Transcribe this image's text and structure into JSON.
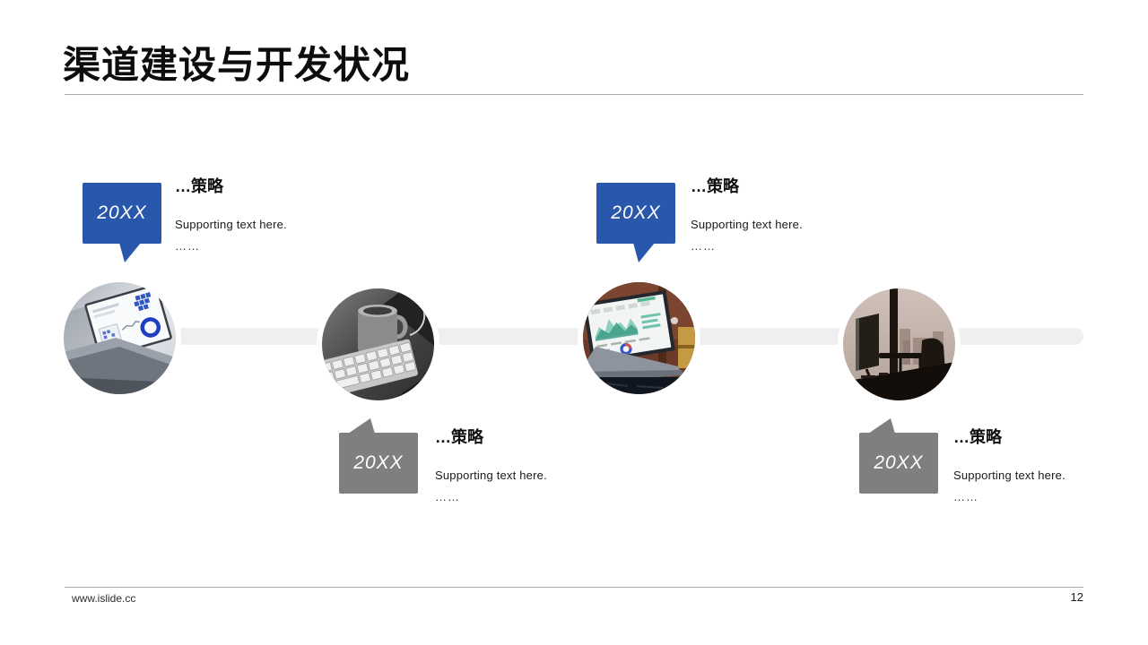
{
  "slide": {
    "title": "渠道建设与开发状况",
    "footer": {
      "url": "www.islide.cc",
      "page_number": "12"
    }
  },
  "colors": {
    "accent_blue": "#2857ac",
    "accent_gray": "#7f7f7f",
    "timeline_track": "#efefef",
    "divider_line": "#adadad"
  },
  "milestones": [
    {
      "year": "20XX",
      "heading": "…策略",
      "body": "Supporting text here.",
      "more": "……",
      "photo": "laptop-blue-dashboard",
      "bubble": "blue-top"
    },
    {
      "year": "20XX",
      "heading": "…策略",
      "body": "Supporting text here.",
      "more": "……",
      "photo": "keyboard-and-mug",
      "bubble": "gray-bottom"
    },
    {
      "year": "20XX",
      "heading": "…策略",
      "body": "Supporting text here.",
      "more": "……",
      "photo": "laptop-teal-analytics",
      "bubble": "blue-top"
    },
    {
      "year": "20XX",
      "heading": "…策略",
      "body": "Supporting text here.",
      "more": "……",
      "photo": "office-desk-window",
      "bubble": "gray-bottom"
    }
  ]
}
